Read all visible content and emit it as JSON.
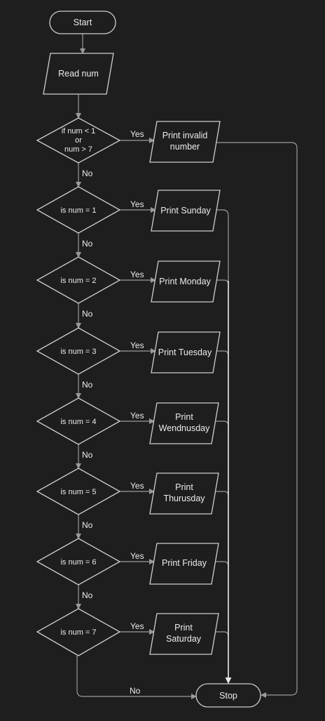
{
  "nodes": {
    "start": "Start",
    "read": "Read num",
    "d0": [
      "if num < 1",
      "or",
      "num > 7"
    ],
    "p0": [
      "Print invalid",
      "number"
    ],
    "d1": "is num = 1",
    "p1": "Print Sunday",
    "d2": "is num = 2",
    "p2": "Print Monday",
    "d3": "is num = 3",
    "p3": "Print Tuesday",
    "d4": "is num = 4",
    "p4": [
      "Print",
      "Wendnusday"
    ],
    "d5": "is num = 5",
    "p5": [
      "Print",
      "Thurusday"
    ],
    "d6": "is num = 6",
    "p6": "Print Friday",
    "d7": "is num = 7",
    "p7": [
      "Print",
      "Saturday"
    ],
    "stop": "Stop"
  },
  "labels": {
    "yes": "Yes",
    "no": "No"
  }
}
